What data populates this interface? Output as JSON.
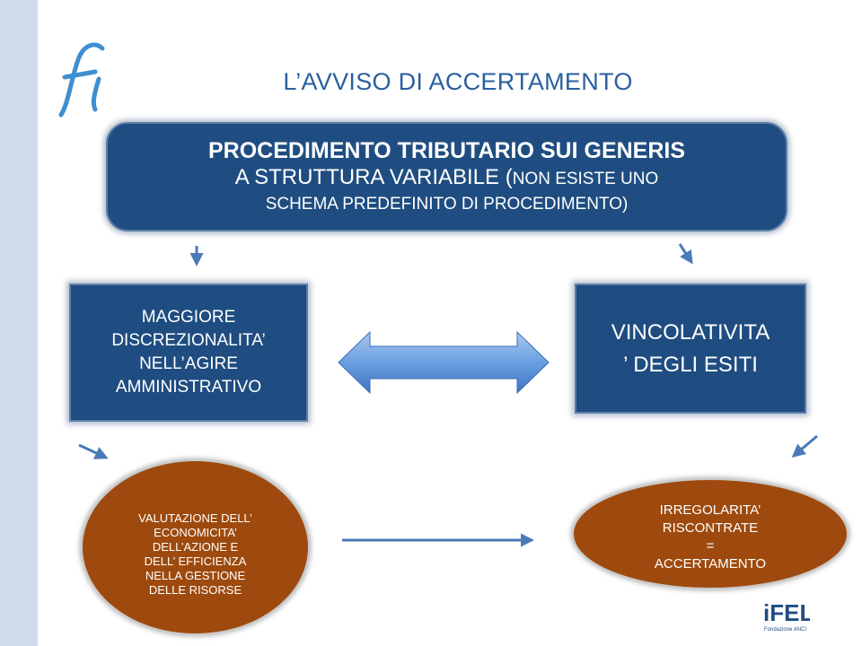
{
  "slide": {
    "title": "L’AVVISO DI  ACCERTAMENTO",
    "logo_glyph": "fi",
    "footer_logo": {
      "name": "iFEL",
      "subtitle": "Fondazione ANCI"
    }
  },
  "top_box": {
    "line1": "PROCEDIMENTO TRIBUTARIO SUI GENERIS",
    "line2_main": "A STRUTTURA VARIABILE (",
    "line2_small": "NON ESISTE UNO",
    "line3": "SCHEMA PREDEFINITO DI PROCEDIMENTO)"
  },
  "left_box": {
    "lines": [
      "MAGGIORE",
      "DISCREZIONALITA’",
      "NELL’AGIRE",
      "AMMINISTRATIVO"
    ]
  },
  "right_box": {
    "lines": [
      "VINCOLATIVITA",
      "’ DEGLI ESITI"
    ]
  },
  "oval_left": {
    "lines": [
      "VALUTAZIONE DELL’",
      "ECONOMICITA’",
      "DELL’AZIONE E",
      "DELL’ EFFICIENZA",
      "NELLA GESTIONE",
      "DELLE RISORSE"
    ]
  },
  "oval_right": {
    "lines": [
      "IRREGOLARITA’",
      "RISCONTRATE",
      "=",
      "ACCERTAMENTO"
    ]
  },
  "colors": {
    "box_fill": "#1f4d81",
    "oval_fill": "#9e4a0e",
    "title": "#2a5f9e",
    "arrow": "#4a7ab8",
    "double_arrow": "#6a9fe0",
    "left_strip": "#cfdcec"
  }
}
